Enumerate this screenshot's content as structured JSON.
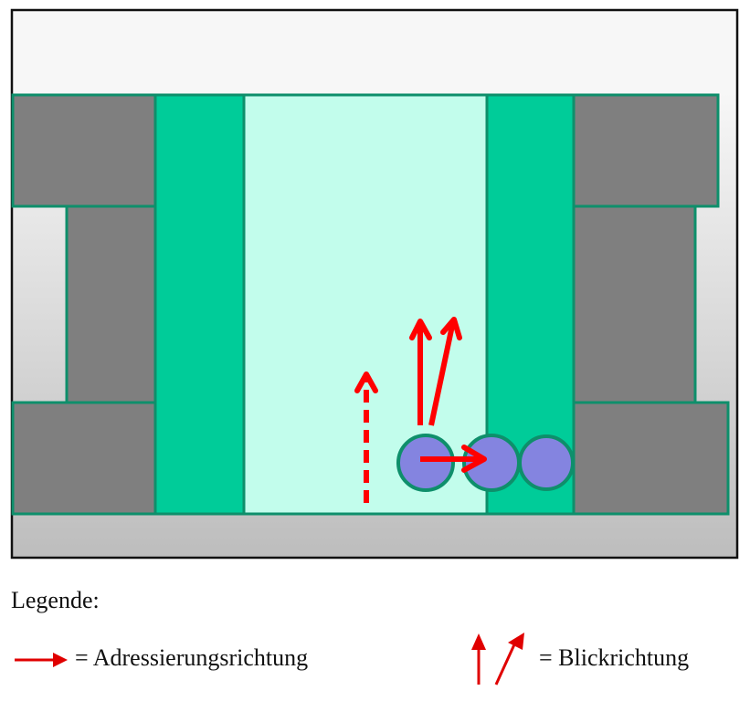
{
  "legend": {
    "title": "Legende:",
    "items": [
      {
        "icon": "arrow-right-icon",
        "label": "= Adressierungsrichtung"
      },
      {
        "icon": "arrow-up-and-diagonal-icons",
        "label": "= Blickrichtung"
      }
    ]
  },
  "colors": {
    "frame_border": "#111111",
    "background_top": "#f7f7f7",
    "background_bottom": "#bdbdbd",
    "gray_block": "#7f7f7f",
    "green_column": "#00cc99",
    "mint_center": "#c2fdec",
    "outline_green": "#0e8f6b",
    "circle_fill": "#8484e0",
    "arrow_red": "#ff0000"
  },
  "diagram": {
    "left_blocks": 3,
    "right_blocks": 3,
    "circles": 3,
    "arrows": [
      "addressing-direction",
      "view-direction-vertical",
      "view-direction-diagonal",
      "dashed-view-direction"
    ]
  }
}
